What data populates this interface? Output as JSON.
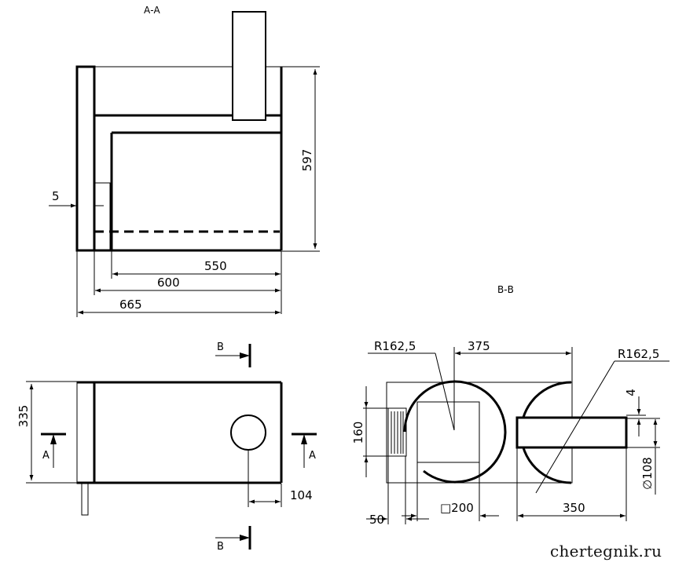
{
  "sections": {
    "aa_title": "А-А",
    "bb_title": "В-В"
  },
  "view_aa": {
    "dim_height": "597",
    "dim_wall": "5",
    "dim_550": "550",
    "dim_600": "600",
    "dim_665": "665"
  },
  "view_plan": {
    "dim_335": "335",
    "dim_104": "104",
    "cut_a_left": "А",
    "cut_a_right": "А",
    "cut_b_top": "В",
    "cut_b_bottom": "В"
  },
  "view_bb": {
    "radius_left": "R162,5",
    "dim_375": "375",
    "radius_right": "R162,5",
    "dim_4": "4",
    "dim_160": "160",
    "dim_108": "∅108",
    "dim_50": "50",
    "dim_200": "□200",
    "dim_350": "350"
  },
  "watermark": "chertegnik.ru"
}
